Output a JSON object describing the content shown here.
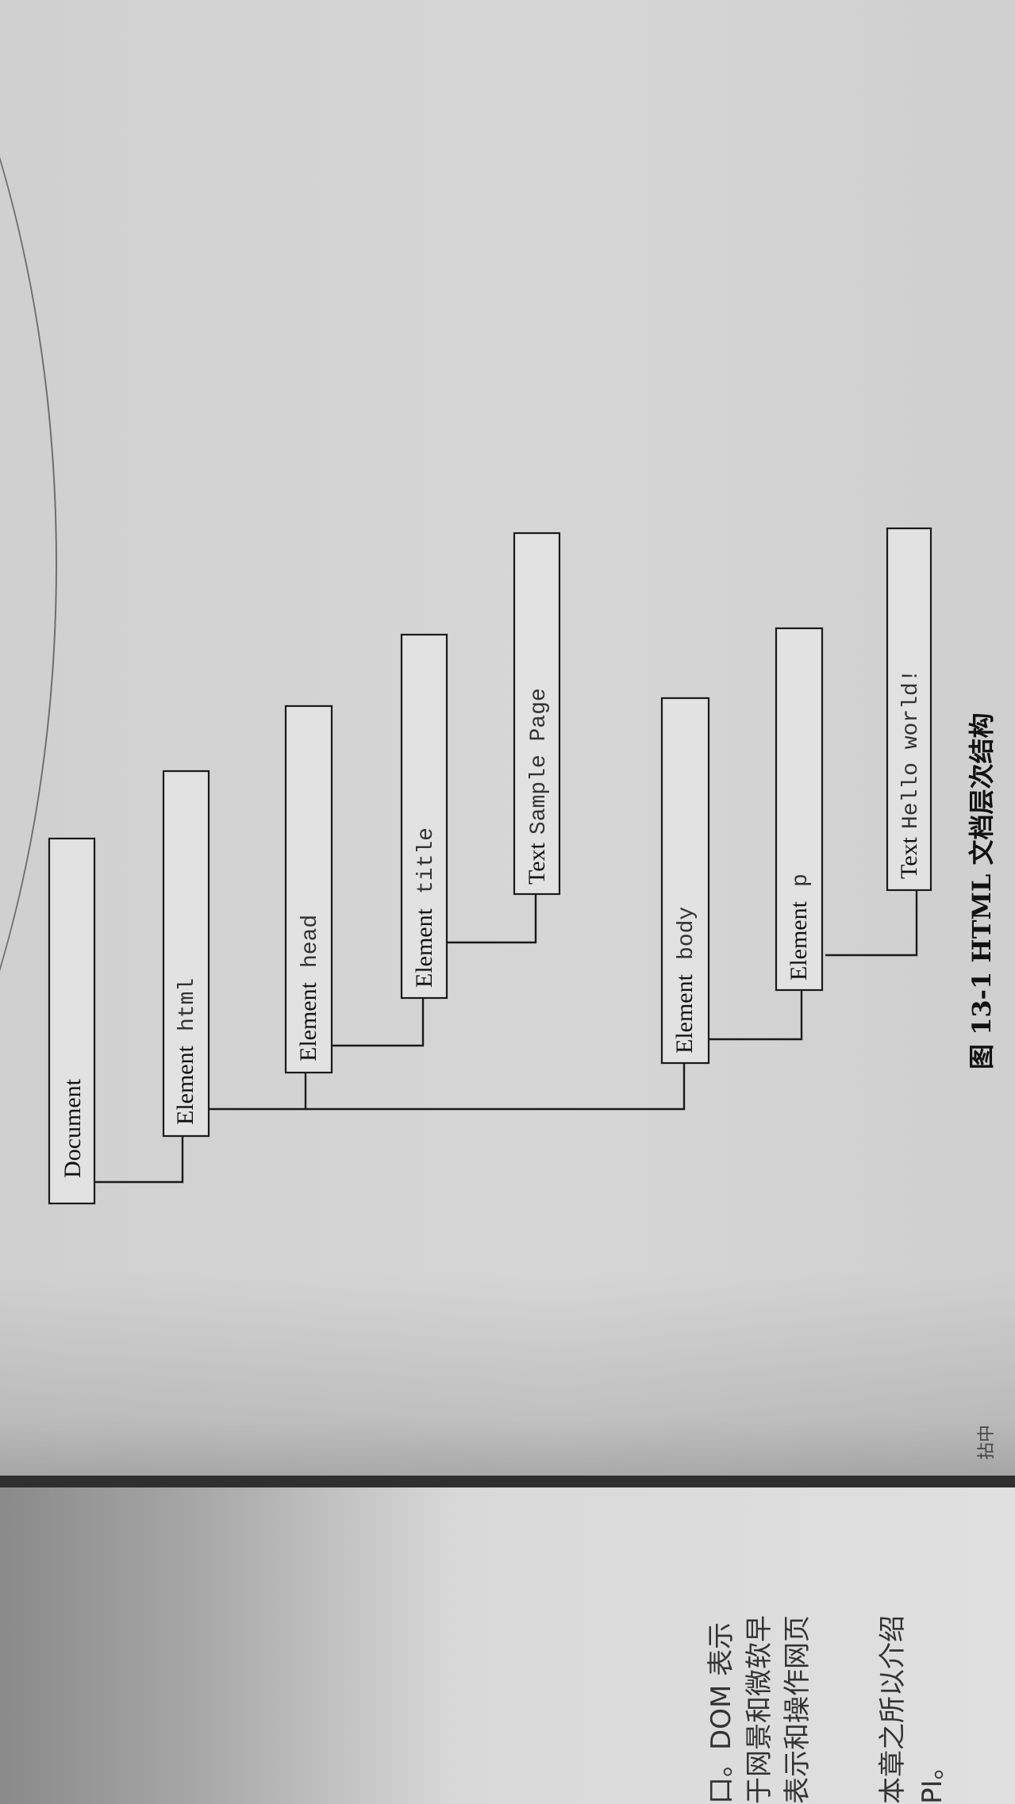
{
  "diagram": {
    "nodes": [
      {
        "id": "document",
        "kind": "Document",
        "name": ""
      },
      {
        "id": "html",
        "kind": "Element",
        "name": "html"
      },
      {
        "id": "head",
        "kind": "Element",
        "name": "head"
      },
      {
        "id": "title",
        "kind": "Element",
        "name": "title"
      },
      {
        "id": "sample",
        "kind": "Text",
        "name": "Sample Page"
      },
      {
        "id": "body",
        "kind": "Element",
        "name": "body"
      },
      {
        "id": "p",
        "kind": "Element",
        "name": "p"
      },
      {
        "id": "hello",
        "kind": "Text",
        "name": "Hello world!"
      }
    ],
    "edges": [
      [
        "document",
        "html"
      ],
      [
        "html",
        "head"
      ],
      [
        "html",
        "body"
      ],
      [
        "head",
        "title"
      ],
      [
        "title",
        "sample"
      ],
      [
        "body",
        "p"
      ],
      [
        "p",
        "hello"
      ]
    ]
  },
  "caption": "图 13-1    HTML 文档层次结构",
  "next_page_lines": [
    "口。DOM 表示",
    "于网景和微软早",
    "表示和操作网页",
    "本章之所以介绍",
    "PI。"
  ],
  "margin_mark": "拈中"
}
